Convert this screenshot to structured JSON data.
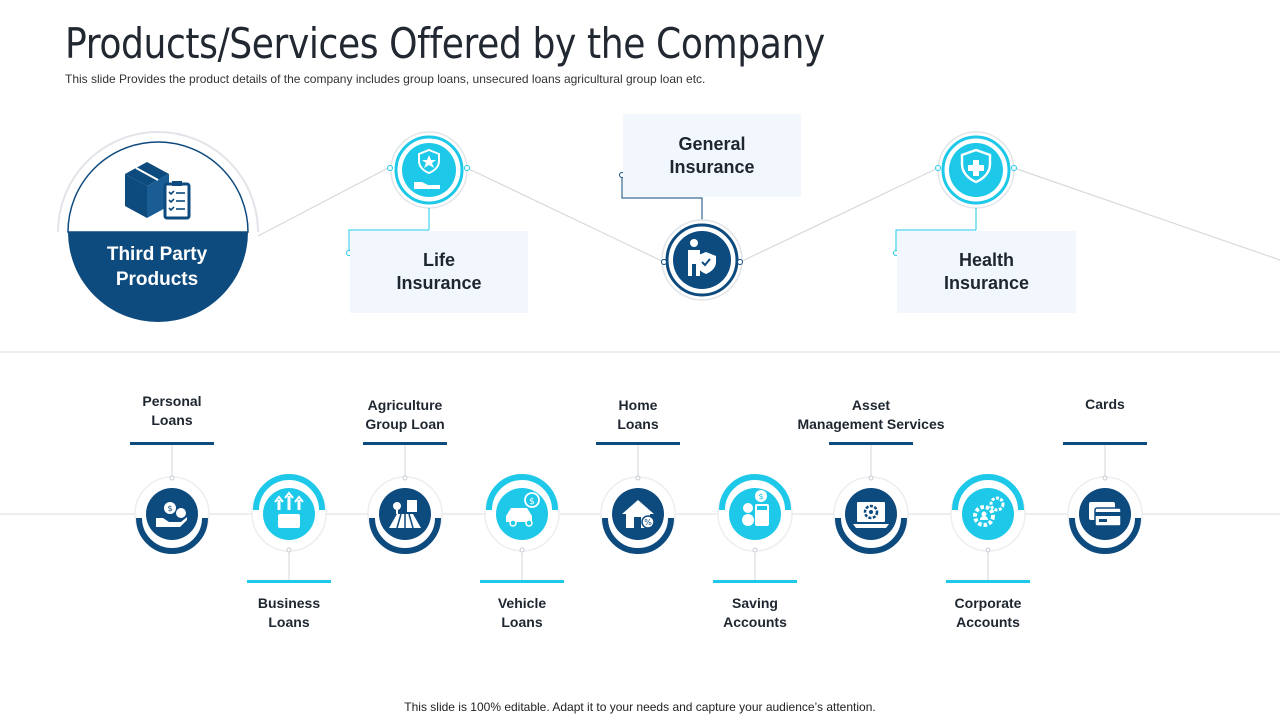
{
  "page": {
    "title": "Products/Services Offered by the Company",
    "subtitle": "This slide Provides the product details of the company includes group loans, unsecured loans agricultural group loan etc.",
    "footer": "This slide is 100% editable. Adapt it to your needs and capture your audience’s attention."
  },
  "top": {
    "third_party": "Third Party Products",
    "life": "Life Insurance",
    "general": "General Insurance",
    "health": "Health Insurance"
  },
  "products": [
    {
      "label": "Personal Loans",
      "position": "above"
    },
    {
      "label": "Business Loans",
      "position": "below"
    },
    {
      "label": "Agriculture Group Loan",
      "position": "above"
    },
    {
      "label": "Vehicle Loans",
      "position": "below"
    },
    {
      "label": "Home Loans",
      "position": "above"
    },
    {
      "label": "Saving Accounts",
      "position": "below"
    },
    {
      "label": "Asset Management Services",
      "position": "above"
    },
    {
      "label": "Corporate Accounts",
      "position": "below"
    },
    {
      "label": "Cards",
      "position": "above"
    }
  ],
  "icons": [
    "box-checklist-icon",
    "shield-star-hand-icon",
    "person-shield-icon",
    "shield-cross-icon",
    "hand-money-icon",
    "growth-briefcase-icon",
    "farm-field-icon",
    "car-money-icon",
    "house-percent-icon",
    "calculator-coins-icon",
    "laptop-gear-icon",
    "gears-people-icon",
    "credit-card-icon"
  ],
  "colors": {
    "navy": "#0d4a7e",
    "cyan": "#1ec8e8",
    "light_box": "#f1f7fc",
    "text": "#1f2a36"
  }
}
